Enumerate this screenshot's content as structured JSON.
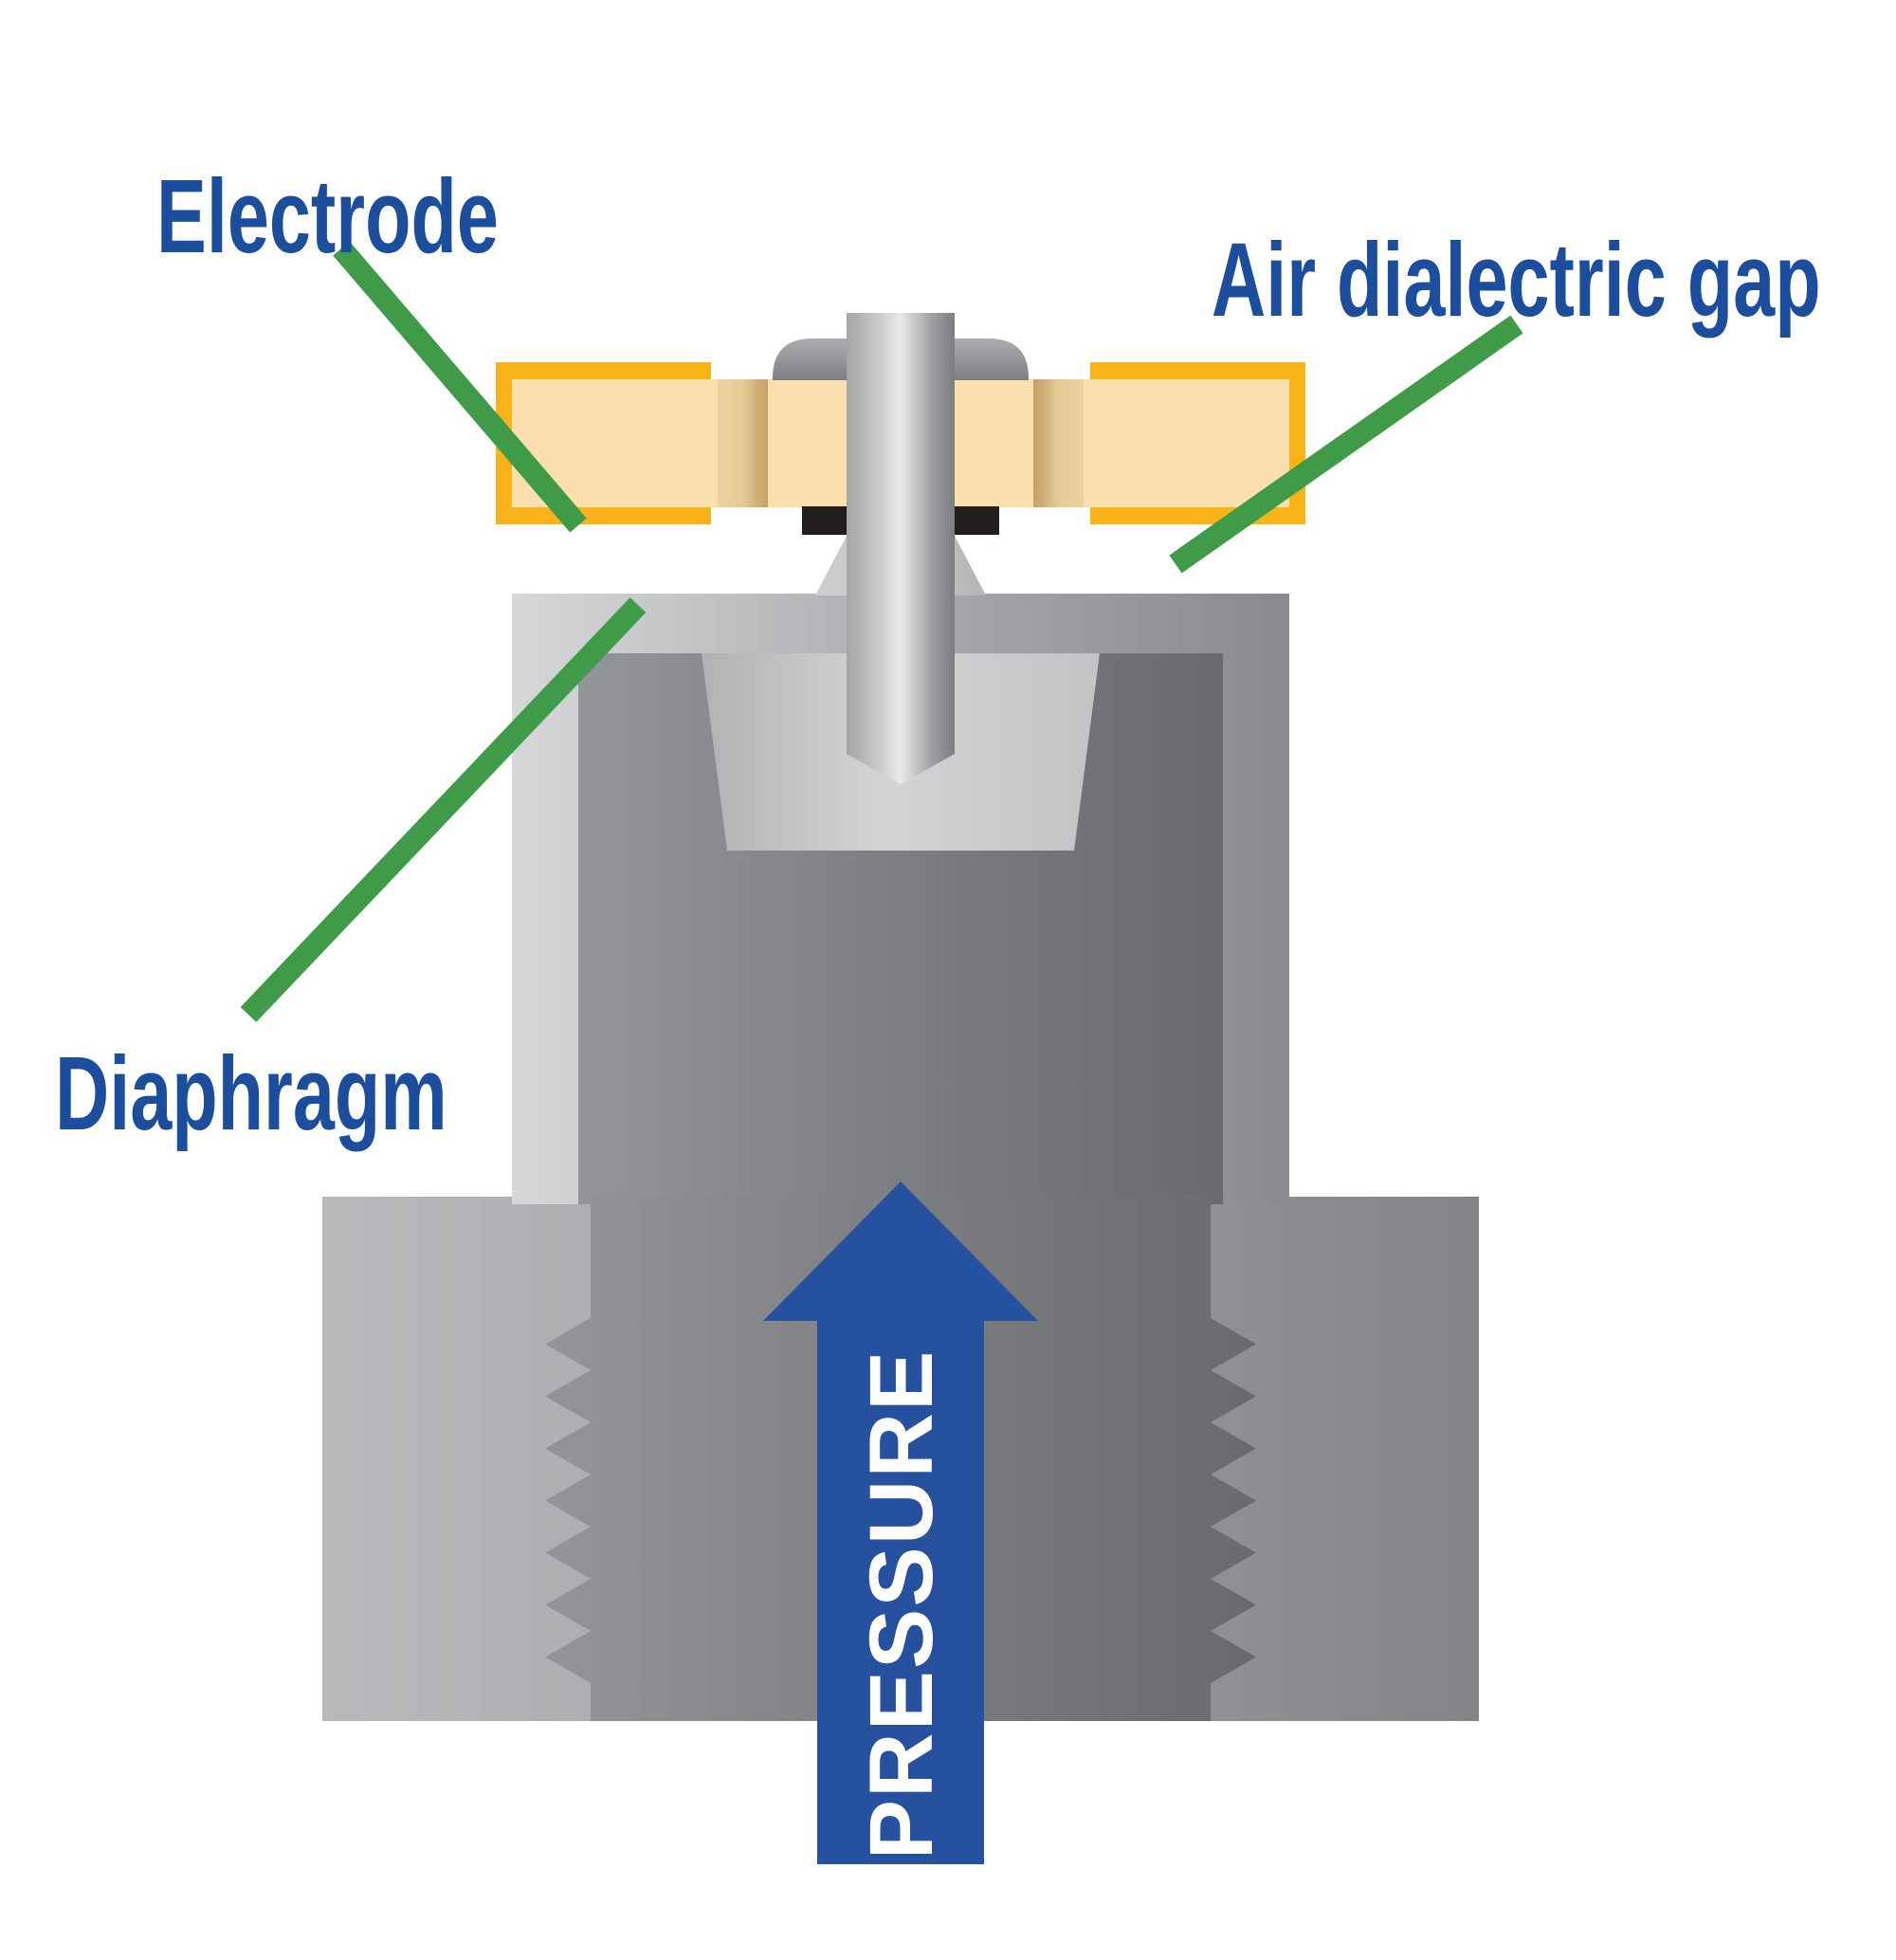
{
  "labels": {
    "electrode": "Electrode",
    "air_gap": "Air dialectric gap",
    "diaphragm": "Diaphragm"
  },
  "arrow": {
    "label": "PRESSURE"
  },
  "colors": {
    "label_blue": "#1d4e9d",
    "arrow_blue": "#25519e",
    "arrow_text": "#ffffff",
    "pointer_green": "#3f9b48",
    "electrode_yellow": "#f9b217",
    "insulator_tan": "#fbdfad",
    "spacer_tan_dark": "#c3a167",
    "seal_black": "#221e1d",
    "body_gray_light": "#d6d7d8",
    "body_gray_dark": "#85878a",
    "cavity_gray_dark": "#686a6d",
    "background": "#ffffff"
  }
}
